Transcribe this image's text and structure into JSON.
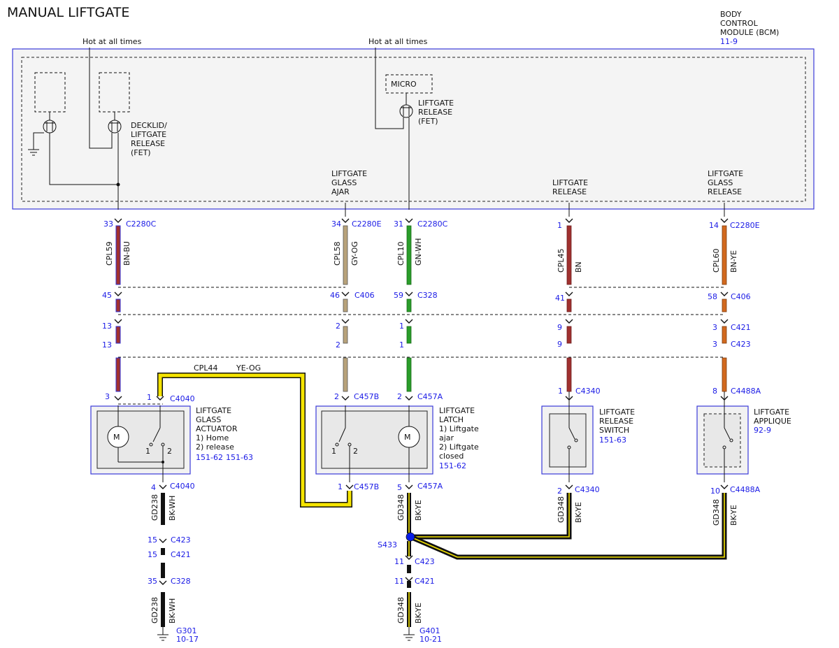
{
  "title": "MANUAL LIFTGATE",
  "bcm": {
    "name_lines": [
      "BODY",
      "CONTROL",
      "MODULE (BCM)"
    ],
    "ref": "11-9",
    "hot1": "Hot at all times",
    "hot2": "Hot at all times",
    "micro": "MICRO",
    "decklid_lines": [
      "DECKLID/",
      "LIFTGATE",
      "RELEASE",
      "(FET)"
    ],
    "liftgate_release_fet_lines": [
      "LIFTGATE",
      "RELEASE",
      "(FET)"
    ],
    "glass_ajar_lines": [
      "LIFTGATE",
      "GLASS",
      "AJAR"
    ],
    "liftgate_release_lines": [
      "LIFTGATE",
      "RELEASE"
    ],
    "glass_release_lines": [
      "LIFTGATE",
      "GLASS",
      "RELEASE"
    ]
  },
  "wires": {
    "w1": {
      "pin": "33",
      "conn": "C2280C",
      "circuit": "CPL59",
      "color": "BN-BU",
      "pin2": "45",
      "pin3": "13",
      "pin4": "13",
      "pin5": "3"
    },
    "w2": {
      "pin": "34",
      "conn": "C2280E",
      "circuit": "CPL58",
      "color": "GY-OG",
      "pin2": "46",
      "conn2": "C406",
      "pin3": "2",
      "pin4": "2",
      "pin5": "2",
      "conn5": "C457B"
    },
    "w3": {
      "pin": "31",
      "conn": "C2280C",
      "circuit": "CPL10",
      "color": "GN-WH",
      "pin2": "59",
      "conn2": "C328",
      "pin3": "1",
      "pin4": "1",
      "pin5": "2",
      "conn5": "C457A"
    },
    "w4": {
      "pin": "1",
      "circuit": "CPL45",
      "color": "BN",
      "pin2": "41",
      "pin3": "9",
      "pin4": "9",
      "pin5": "1",
      "conn5": "C4340"
    },
    "w5": {
      "pin": "14",
      "conn": "C2280E",
      "circuit": "CPL60",
      "color": "BN-YE",
      "pin2": "58",
      "conn2": "C406",
      "pin3": "3",
      "conn3": "C421",
      "pin4": "3",
      "conn4": "C423",
      "pin5": "8",
      "conn5": "C4488A"
    }
  },
  "cpl44": {
    "circuit": "CPL44",
    "color": "YE-OG",
    "pin_top": "1",
    "conn_top": "C4040",
    "pin_bot": "1",
    "conn_bot": "C457B"
  },
  "actuator": {
    "lines": [
      "LIFTGATE",
      "GLASS",
      "ACTUATOR",
      "1) Home",
      "2) release"
    ],
    "ref1": "151-62",
    "ref2": "151-63",
    "motor": "M",
    "sw1": "1",
    "sw2": "2"
  },
  "latch": {
    "lines": [
      "LIFTGATE",
      "LATCH",
      "1) Liftgate",
      "ajar",
      "2) Liftgate",
      "closed"
    ],
    "ref": "151-62",
    "motor": "M",
    "sw1": "1",
    "sw2": "2"
  },
  "release_switch": {
    "lines": [
      "LIFTGATE",
      "RELEASE",
      "SWITCH"
    ],
    "ref": "151-63"
  },
  "applique": {
    "lines": [
      "LIFTGATE",
      "APPLIQUE"
    ],
    "ref": "92-9"
  },
  "grounds": {
    "g1": {
      "pin": "4",
      "conn": "C4040",
      "circuit": "GD238",
      "color": "BK-WH",
      "pin2": "15",
      "conn2": "C423",
      "pin3": "15",
      "conn3": "C421",
      "pin4": "35",
      "conn4": "C328",
      "circuit2": "GD238",
      "color2": "BK-WH",
      "ground": "G301",
      "ref": "10-17"
    },
    "g2": {
      "pin": "5",
      "conn": "C457A",
      "circuit": "GD348",
      "color": "BK-YE",
      "splice": "S433",
      "pin2": "11",
      "conn2": "C423",
      "pin3": "11",
      "conn3": "C421",
      "circuit2": "GD348",
      "color2": "BK-YE",
      "ground": "G401",
      "ref": "10-21"
    },
    "g3": {
      "pin": "2",
      "conn": "C4340",
      "circuit": "GD348",
      "color": "BK-YE"
    },
    "g4": {
      "pin": "10",
      "conn": "C4488A",
      "circuit": "GD348",
      "color": "BK-YE"
    }
  },
  "colors": {
    "brown": "#a0312f",
    "blue": "#2f2fd0",
    "gray": "#b8a27a",
    "green": "#2a9d2a",
    "orange": "#d2691e",
    "yellow": "#f5e400",
    "black": "#111111",
    "box_fill": "#f2f2f2",
    "box_border": "#3a3ad8"
  }
}
